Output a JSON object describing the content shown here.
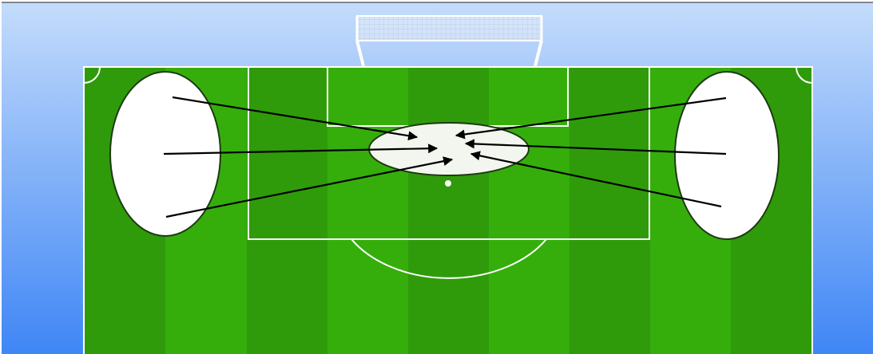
{
  "diagram": {
    "subject": "soccer-pitch-crossing-drill",
    "sky_gradient": [
      "#c4dcfb",
      "#3f86f6"
    ],
    "pitch_stripe_colors": [
      "#2f9b0a",
      "#35ae0c"
    ],
    "line_color": "#ffffff",
    "zone_fill": "#ffffff",
    "target_zone_fill": "#f3f6ef",
    "arrow_color": "#000000",
    "wide_zones": [
      "left-wide-zone",
      "right-wide-zone"
    ],
    "target_zone": "central-box-zone",
    "arrows_per_side": 3
  }
}
